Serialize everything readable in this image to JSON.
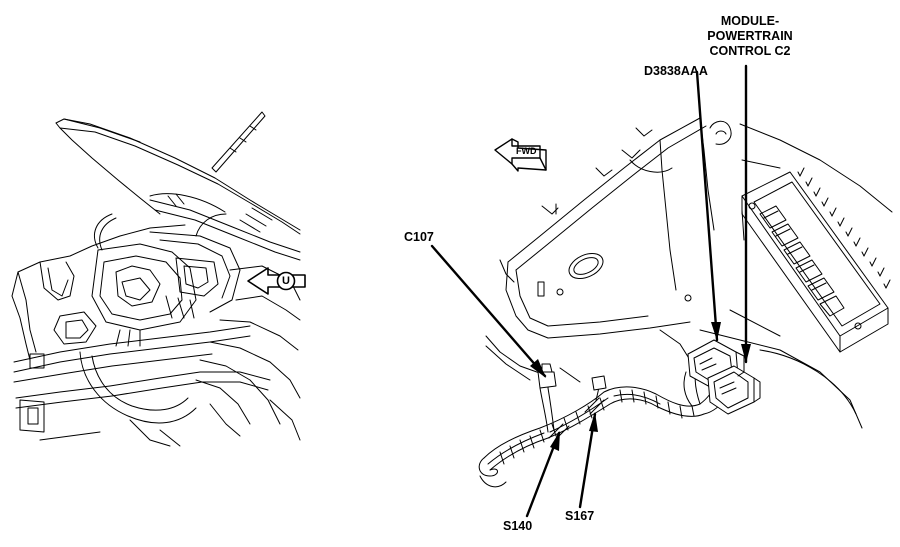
{
  "labels": {
    "module_line1": "MODULE-",
    "module_line2": "POWERTRAIN",
    "module_line3": "CONTROL C2",
    "d3838aaa": "D3838AAA",
    "c107": "C107",
    "s140": "S140",
    "s167": "S167"
  },
  "arrows": {
    "u_letter": "U",
    "fwd_text": "FWD"
  }
}
